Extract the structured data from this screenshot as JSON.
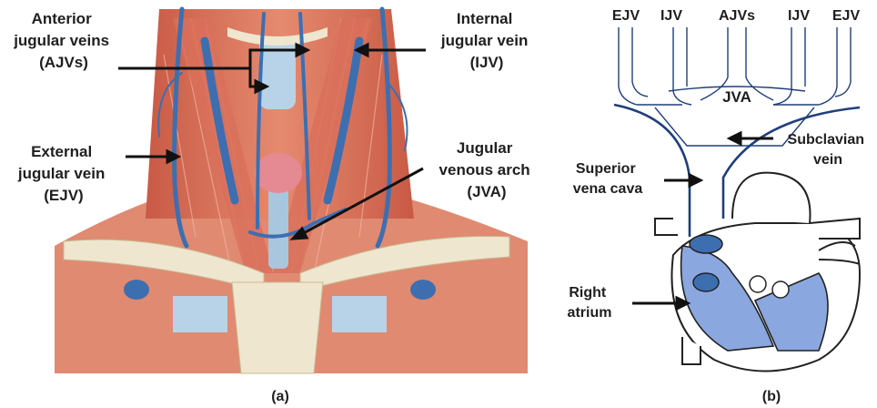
{
  "panel_a": {
    "caption": "(a)",
    "labels": {
      "ajv": [
        "Anterior",
        "jugular veins",
        "(AJVs)"
      ],
      "ijv": [
        "Internal",
        "jugular vein",
        "(IJV)"
      ],
      "ejv": [
        "External",
        "jugular vein",
        "(EJV)"
      ],
      "jva": [
        "Jugular",
        "venous arch",
        "(JVA)"
      ]
    }
  },
  "panel_b": {
    "caption": "(b)",
    "top_labels": [
      "EJV",
      "IJV",
      "AJVs",
      "IJV",
      "EJV"
    ],
    "jva": "JVA",
    "subclavian": [
      "Subclavian",
      "vein"
    ],
    "svc": [
      "Superior",
      "vena cava"
    ],
    "atrium": [
      "Right",
      "atrium"
    ]
  },
  "colors": {
    "muscle": "#d9705a",
    "muscle_light": "#e9a08a",
    "vein": "#3d6fb0",
    "bone": "#efe6cf",
    "cartilage": "#b8d3e8",
    "thyroid": "#e58a92",
    "outline_blue": "#1f3f7a",
    "atrium_fill": "#8aa7df"
  }
}
